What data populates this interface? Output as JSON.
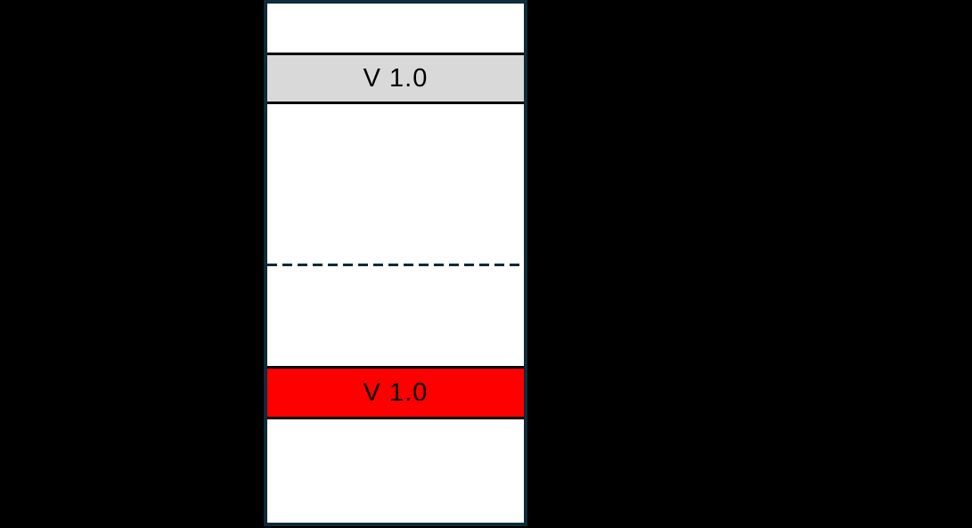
{
  "slide": {
    "background_color": "#000000"
  },
  "diagram": {
    "column": {
      "border_color": "#0d2b3a",
      "fill_color": "#ffffff",
      "band_border_color": "#000000",
      "divider_style": "dashed",
      "divider_color": "#0d2b3a"
    },
    "gray_band": {
      "label": "V 1.0",
      "fill_color": "#d9d9d9",
      "text_color": "#000000"
    },
    "red_band": {
      "label": "V 1.0",
      "fill_color": "#ff0000",
      "text_color": "#000000"
    }
  }
}
